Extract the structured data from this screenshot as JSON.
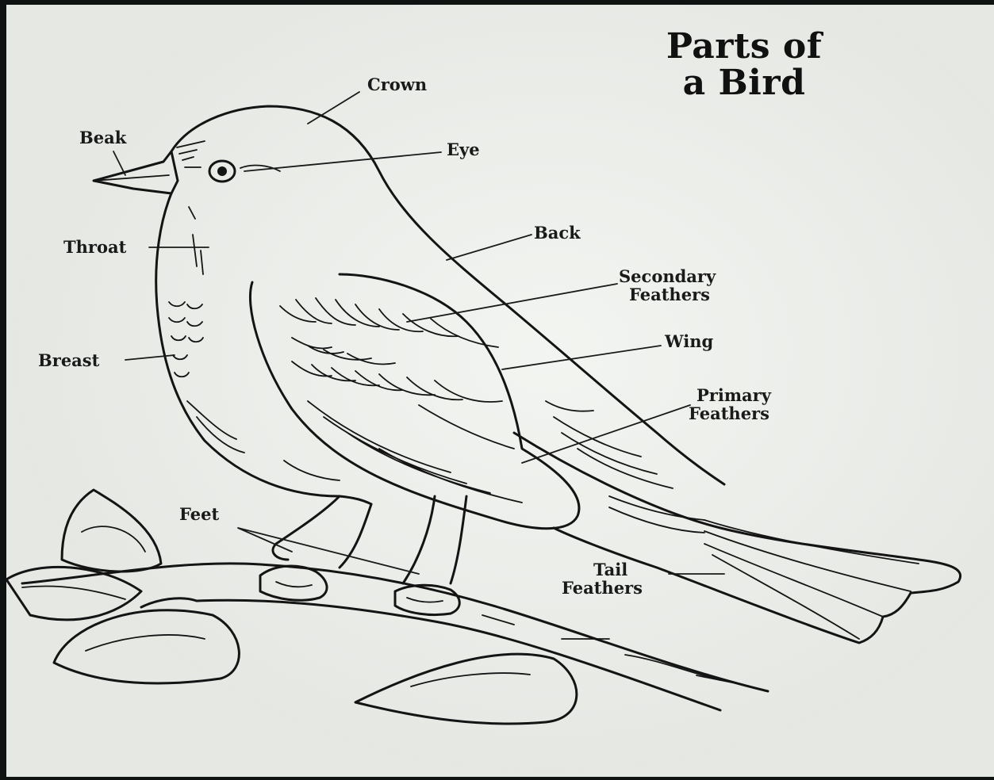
{
  "title": "Parts of\na Bird",
  "labels": {
    "crown": "Crown",
    "beak": "Beak",
    "eye": "Eye",
    "throat": "Throat",
    "back": "Back",
    "secondary_1": "Secondary",
    "secondary_2": "Feathers",
    "wing": "Wing",
    "breast": "Breast",
    "primary_1": "Primary",
    "primary_2": "Feathers",
    "feet": "Feet",
    "tail_1": "Tail",
    "tail_2": "Feathers"
  }
}
